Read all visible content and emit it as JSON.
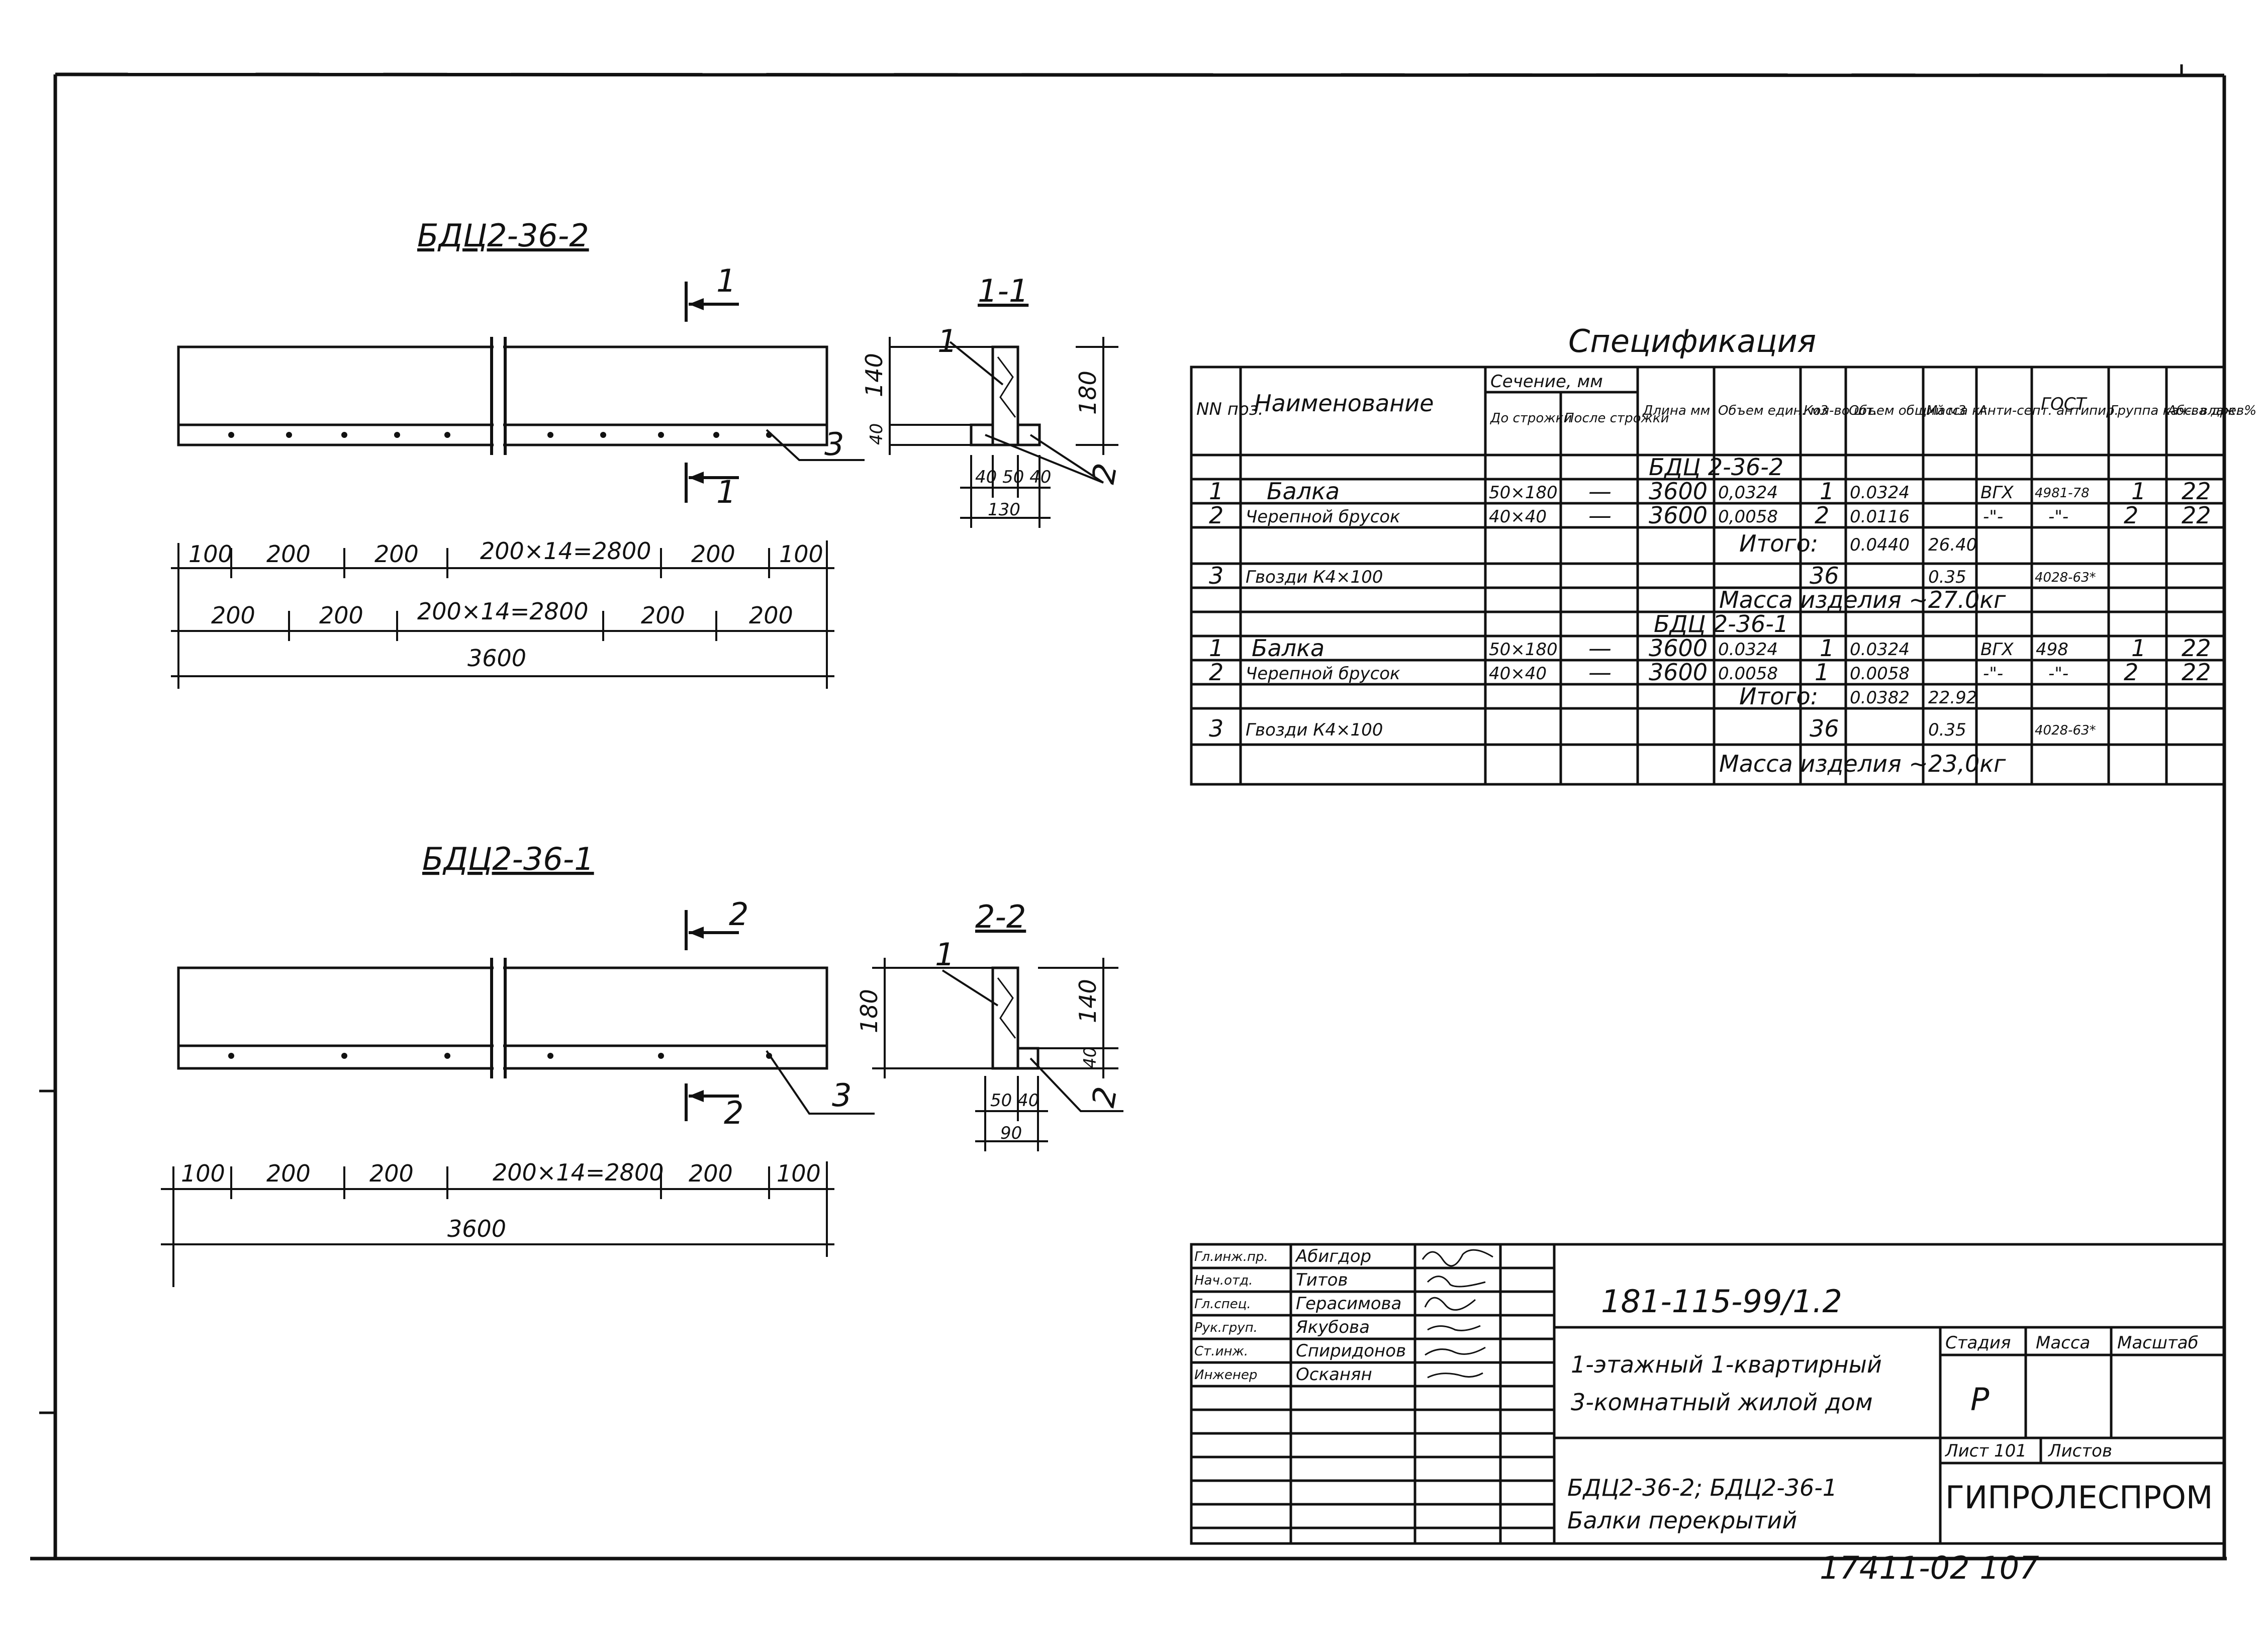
{
  "drawing": {
    "view_top_title": "БДЦ2-36-2",
    "view_bottom_title": "БДЦ2-36-1",
    "section_top_label": "1",
    "section_top_title": "1-1",
    "section_bottom_label": "2",
    "section_bottom_title": "2-2",
    "callouts": {
      "p1": "1",
      "p2": "2",
      "p3": "3"
    },
    "top_dims": {
      "row1": [
        "100",
        "200",
        "200",
        "200×14=2800",
        "200",
        "100"
      ],
      "row2": [
        "200",
        "200",
        "200×14=2800",
        "200",
        "200"
      ],
      "total": "3600",
      "sec_h1": "140",
      "sec_h2": "40",
      "sec_h_total": "180",
      "sec_w_parts": "40 50 40",
      "sec_w_total": "130"
    },
    "bottom_dims": {
      "row1": [
        "100",
        "200",
        "200",
        "200×14=2800",
        "200",
        "100"
      ],
      "total": "3600",
      "sec_h_total": "180",
      "sec_h1": "140",
      "sec_h2": "40",
      "sec_w_parts": "50 40",
      "sec_w_total": "90"
    }
  },
  "spec": {
    "title": "Спецификация",
    "headers": {
      "nn": "NN поз.",
      "name": "Наименование",
      "section": "Сечение, мм",
      "before": "До строжки",
      "after": "После строжки",
      "length": "Длина мм",
      "vol_unit": "Объем един. м3",
      "qty": "Кол-во шт.",
      "vol_total": "Объем общий м3",
      "mass": "Масса кг",
      "antisept": "Анти-септ. антипир.",
      "gost": "ГОСТ",
      "group": "Группа кач-ва древ.",
      "humidity": "Абс. влаж. %"
    },
    "group_a": "БДЦ 2-36-2",
    "rows_a": [
      {
        "n": "1",
        "name": "Балка",
        "before": "50×180",
        "after": "—",
        "len": "3600",
        "vu": "0,0324",
        "qty": "1",
        "vt": "0.0324",
        "mass": "",
        "ant": "ВГХ",
        "gost": "4981-78",
        "grp": "1",
        "hum": "22"
      },
      {
        "n": "2",
        "name": "Черепной брусок",
        "before": "40×40",
        "after": "—",
        "len": "3600",
        "vu": "0,0058",
        "qty": "2",
        "vt": "0.0116",
        "mass": "",
        "ant": "-\"-",
        "gost": "-\"-",
        "grp": "2",
        "hum": "22"
      }
    ],
    "total_a": {
      "label": "Итого:",
      "vt": "0.0440",
      "mass": "26.40"
    },
    "nails_a": {
      "n": "3",
      "name": "Гвозди К4×100",
      "qty": "36",
      "mass": "0.35",
      "gost": "4028-63*"
    },
    "mass_a": "Масса изделия ~27.0кг",
    "group_b": "БДЦ 2-36-1",
    "rows_b": [
      {
        "n": "1",
        "name": "Балка",
        "before": "50×180",
        "after": "—",
        "len": "3600",
        "vu": "0.0324",
        "qty": "1",
        "vt": "0.0324",
        "mass": "",
        "ant": "ВГХ",
        "gost": "498",
        "grp": "1",
        "hum": "22"
      },
      {
        "n": "2",
        "name": "Черепной брусок",
        "before": "40×40",
        "after": "—",
        "len": "3600",
        "vu": "0.0058",
        "qty": "1",
        "vt": "0.0058",
        "mass": "",
        "ant": "-\"-",
        "gost": "-\"-",
        "grp": "2",
        "hum": "22"
      }
    ],
    "total_b": {
      "label": "Итого:",
      "vt": "0.0382",
      "mass": "22.92"
    },
    "nails_b": {
      "n": "3",
      "name": "Гвозди К4×100",
      "qty": "36",
      "mass": "0.35",
      "gost": "4028-63*"
    },
    "mass_b": "Масса изделия ~23,0кг"
  },
  "stamp": {
    "people": [
      {
        "role": "Гл.инж.пр.",
        "name": "Абигдор"
      },
      {
        "role": "Нач.отд.",
        "name": "Титов"
      },
      {
        "role": "Гл.спец.",
        "name": "Герасимова"
      },
      {
        "role": "Рук.груп.",
        "name": "Якубова"
      },
      {
        "role": "Ст.инж.",
        "name": "Спиридонов"
      },
      {
        "role": "Инженер",
        "name": "Осканян"
      }
    ],
    "code": "181-115-99/1.2",
    "project_line1": "1-этажный 1-квартирный",
    "project_line2": "3-комнатный жилой дом",
    "stage_h": "Стадия",
    "mass_h": "Масса",
    "scale_h": "Масштаб",
    "stage": "Р",
    "sheet": "Лист 101",
    "sheets": "Листов",
    "sheet_title1": "БДЦ2-36-2; БДЦ2-36-1",
    "sheet_title2": "Балки перекрытий",
    "org": "ГИПРОЛЕСПРОМ"
  },
  "footer_number": "17411-02 107"
}
